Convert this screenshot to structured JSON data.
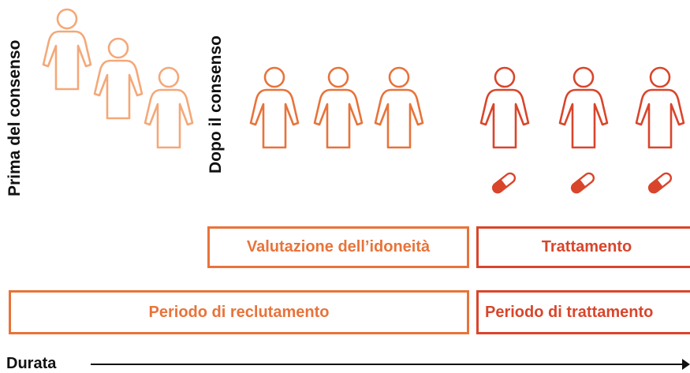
{
  "labels": {
    "prima": "Prima del consenso",
    "dopo": "Dopo il consenso"
  },
  "boxes": {
    "valutazione": "Valutazione dell’idoneità",
    "trattamento": "Trattamento",
    "reclutamento": "Periodo di reclutamento",
    "periodo_trattamento": "Periodo di trattamento"
  },
  "timeline": {
    "label": "Durata"
  },
  "colors": {
    "light_orange": "#f4a878",
    "orange": "#e8733a",
    "red": "#d9452b"
  },
  "icons": {
    "person": "person-icon",
    "pill": "pill-icon"
  }
}
